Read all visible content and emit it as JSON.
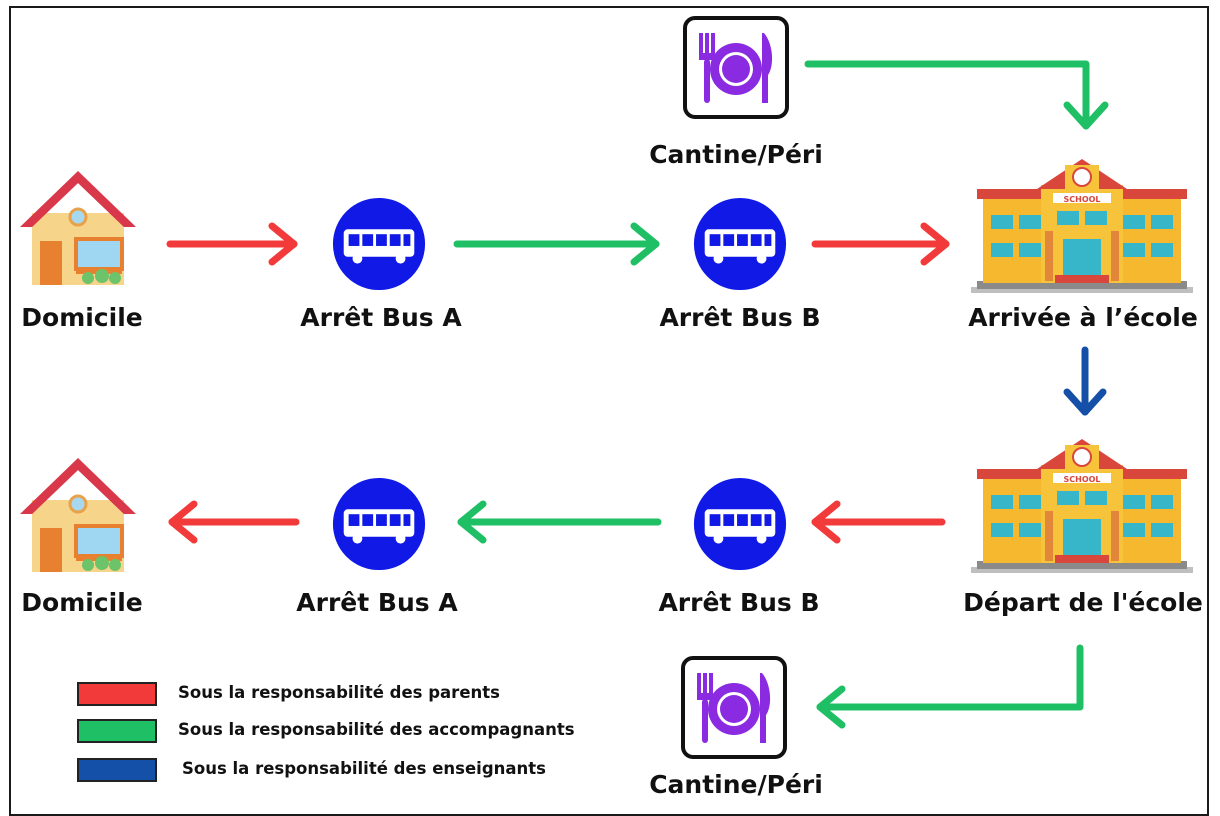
{
  "colors": {
    "parents": "#f23a3a",
    "accompagnants": "#1fc065",
    "enseignants": "#1450a8"
  },
  "labels": {
    "domicile_top": "Domicile",
    "bus_a_top": "Arrêt Bus A",
    "bus_b_top": "Arrêt Bus B",
    "arrivee": "Arrivée à l’école",
    "cantine_top": "Cantine/Péri",
    "domicile_bottom": "Domicile",
    "bus_a_bottom": "Arrêt Bus A",
    "bus_b_bottom": "Arrêt Bus B",
    "depart": "Départ de l'école",
    "cantine_bottom": "Cantine/Péri"
  },
  "icons": {
    "house": "house-icon",
    "bus": "bus-stop-icon",
    "school": "school-icon",
    "cantine": "plate-cutlery-icon"
  },
  "school_sign": "SCHOOL",
  "legend": [
    {
      "label": "Sous la responsabilité des parents",
      "color": "#f23a3a"
    },
    {
      "label": "Sous la responsabilité des accompagnants",
      "color": "#1fc065"
    },
    {
      "label": "Sous la responsabilité des enseignants",
      "color": "#1450a8"
    }
  ]
}
